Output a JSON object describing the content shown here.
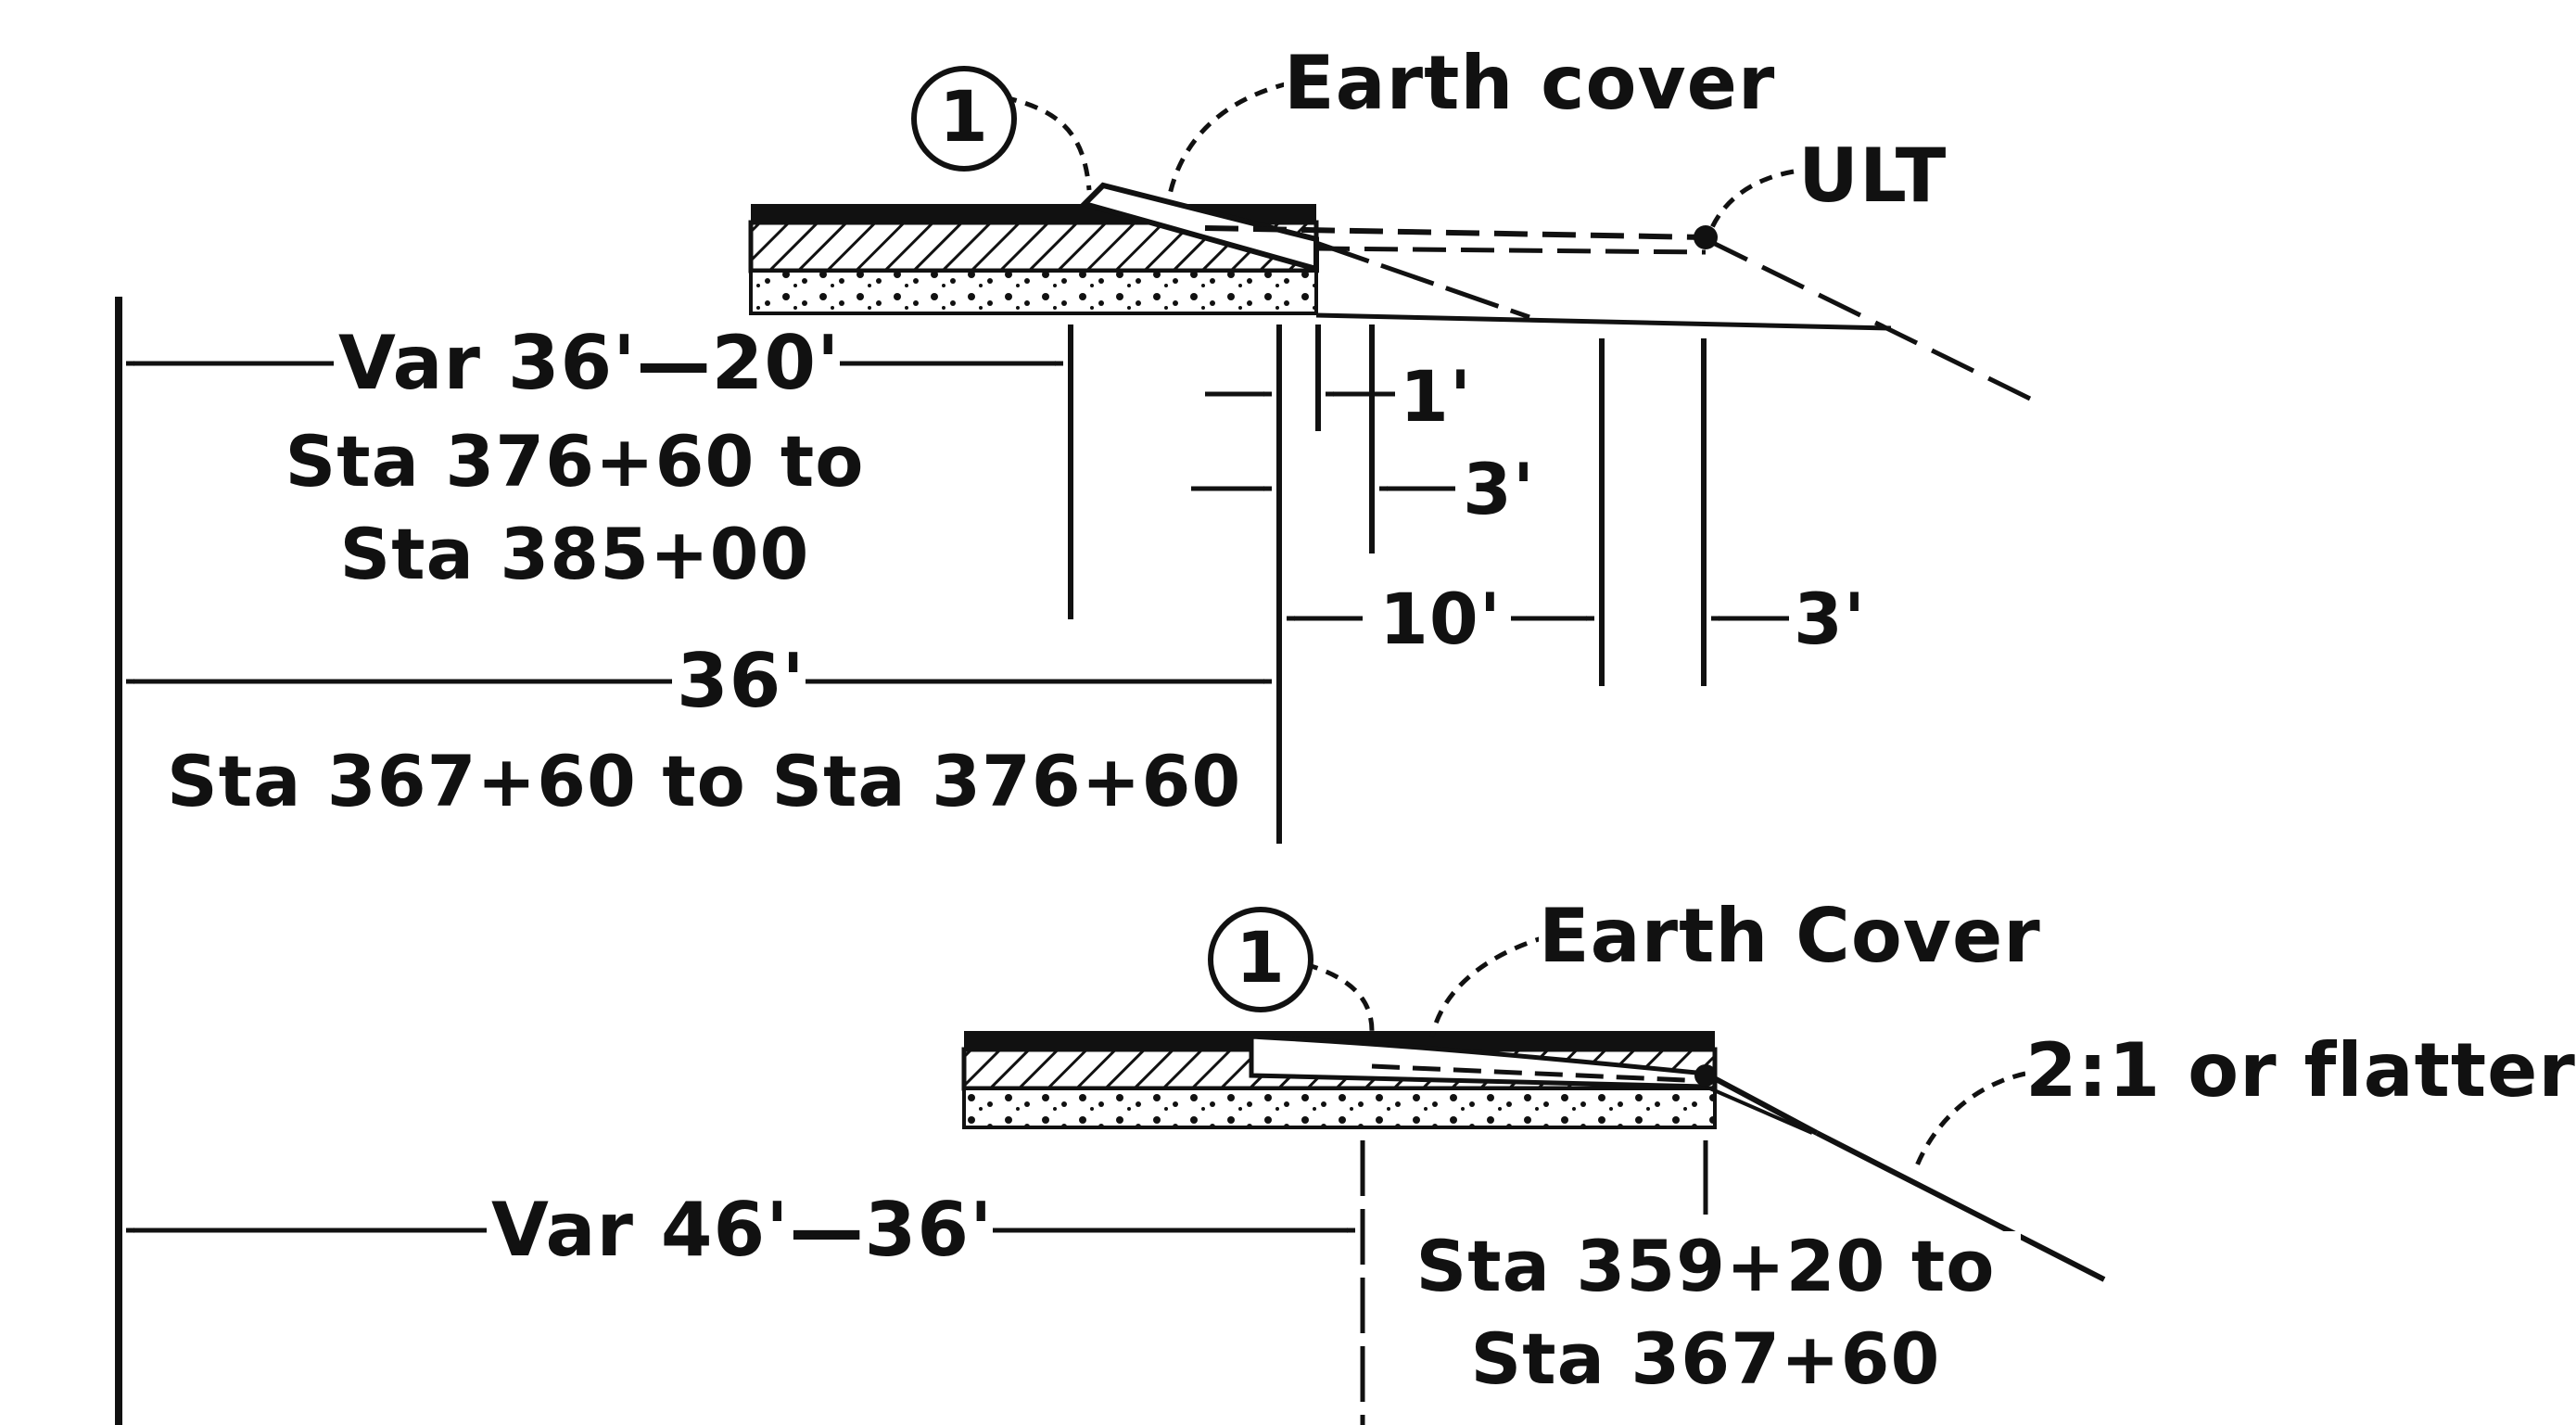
{
  "colors": {
    "ink": "#111111",
    "paper": "#ffffff"
  },
  "upper_section": {
    "callout_number": "1",
    "earth_cover": "Earth cover",
    "ult": "ULT",
    "var_width": "Var 36'—20'",
    "var_stations": [
      "Sta 376+60 to",
      "Sta 385+00"
    ],
    "dim_1ft": "1'",
    "dim_3ft_a": "3'",
    "dim_10ft": "10'",
    "dim_3ft_b": "3'",
    "fixed_width": "36'",
    "fixed_stations": "Sta 367+60 to Sta 376+60"
  },
  "lower_section": {
    "callout_number": "1",
    "earth_cover": "Earth Cover",
    "slope": "2:1 or flatter",
    "var_width": "Var 46'—36'",
    "stations": [
      "Sta 359+20 to",
      "Sta 367+60"
    ]
  }
}
